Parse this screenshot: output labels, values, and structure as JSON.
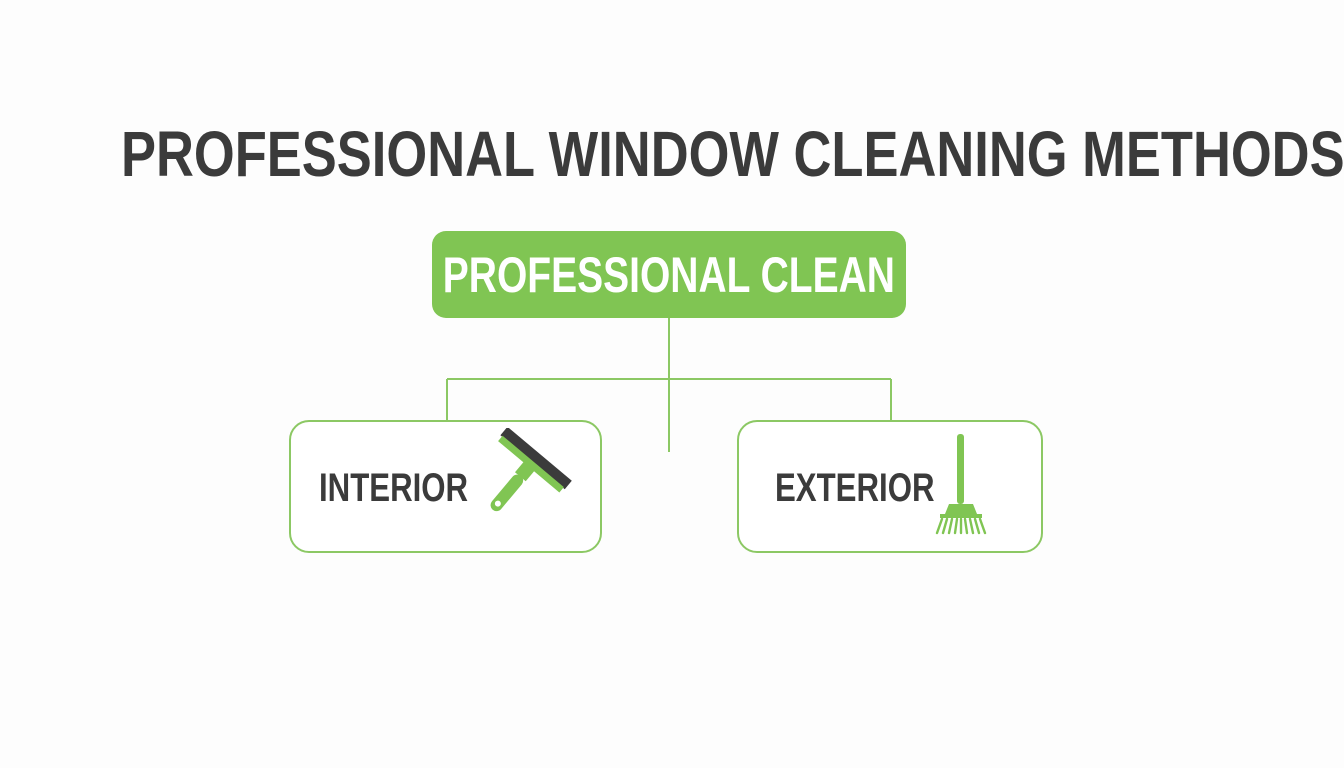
{
  "diagram": {
    "title": "PROFESSIONAL WINDOW CLEANING METHODS",
    "root": {
      "label": "PROFESSIONAL CLEAN"
    },
    "branches": [
      {
        "label": "INTERIOR",
        "icon": "squeegee-icon"
      },
      {
        "label": "EXTERIOR",
        "icon": "broom-icon"
      }
    ],
    "colors": {
      "accent": "#80c553",
      "border": "#8cc864",
      "text": "#3b3b3b",
      "background": "#fdfdfd"
    }
  }
}
